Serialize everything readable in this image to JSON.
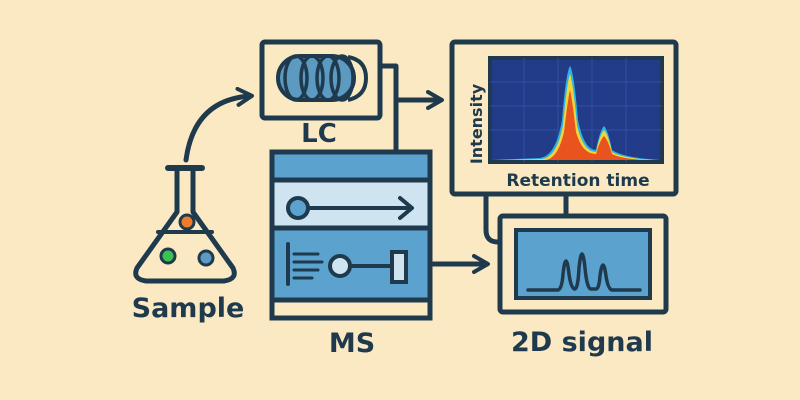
{
  "labels": {
    "sample": "Sample",
    "lc": "LC",
    "ms": "MS",
    "signal_2d": "2D signal",
    "intensity": "Intensity",
    "retention_time": "Retention time"
  },
  "colors": {
    "background": "#fbe9c4",
    "stroke": "#1f3a4d",
    "flask_fill": "#fbe9c4",
    "liquid_fill": "#fbe9c4",
    "dot_orange": "#f07a2b",
    "dot_green": "#3cc24f",
    "dot_blue": "#5d9ac2",
    "lc_column": "#5d9ac2",
    "ms_body": "#5ba2cf",
    "ms_light": "#cfe4f1",
    "chromatogram_bg": "#233c8a",
    "peak_outer": "#2bb3e3",
    "peak_mid": "#f2d43a",
    "peak_inner": "#e9531e",
    "screen_fill": "#5ba2cf"
  },
  "icons": [
    "erlenmeyer-flask-icon",
    "chromatography-column-icon",
    "mass-spectrometer-icon",
    "arrow-right-icon"
  ]
}
